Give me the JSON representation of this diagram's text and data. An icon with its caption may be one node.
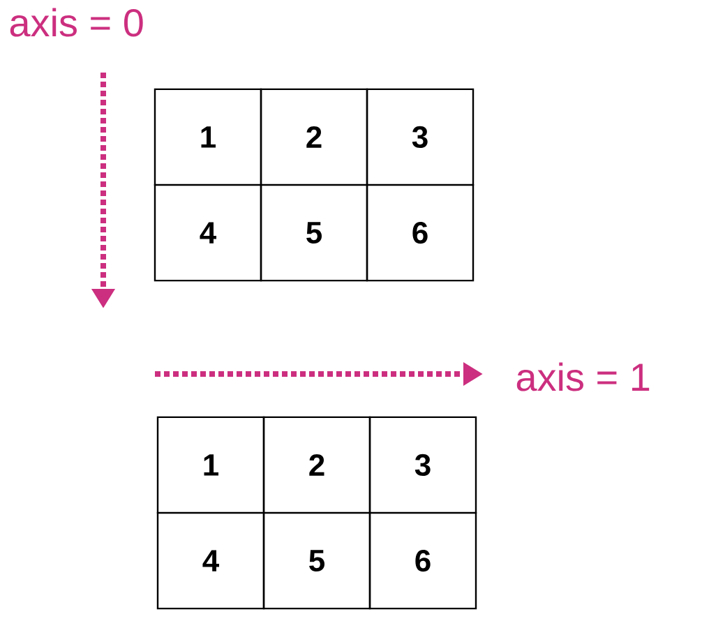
{
  "diagram": {
    "labels": [
      "axis = 0",
      "1",
      "2",
      "3",
      "4",
      "5",
      "6",
      "axis = 1",
      "1",
      "2",
      "3",
      "4",
      "5",
      "6"
    ]
  }
}
